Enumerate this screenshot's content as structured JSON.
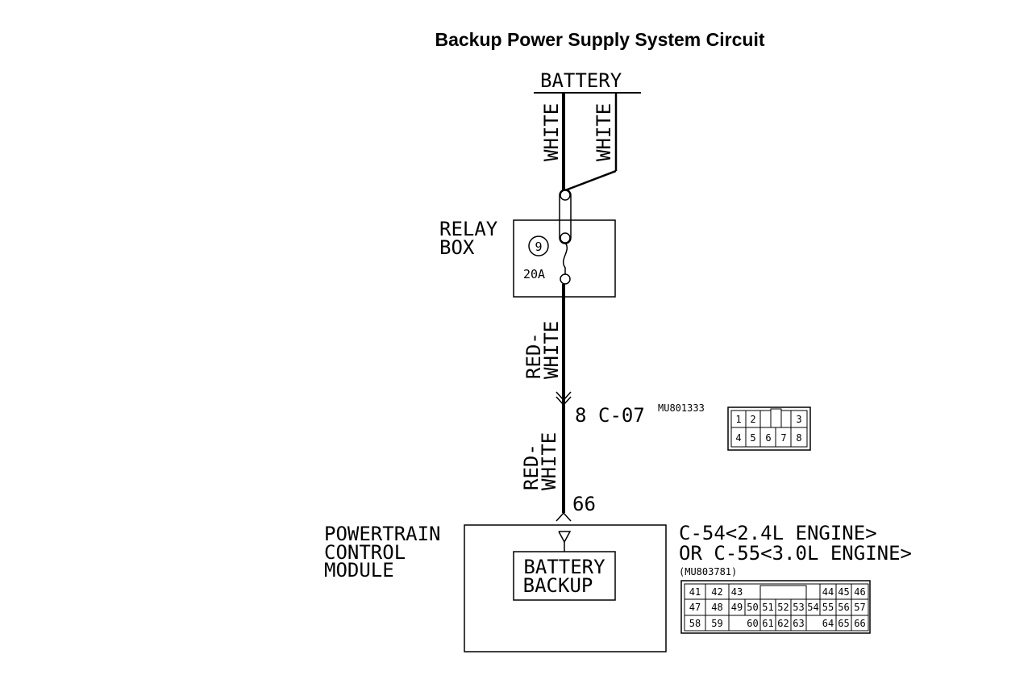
{
  "title": "Backup Power Supply System Circuit",
  "battery": {
    "label": "BATTERY"
  },
  "wires": {
    "left_top": "WHITE",
    "right_top": "WHITE",
    "mid_line1": "RED-",
    "mid_line2": "WHITE",
    "low_line1": "RED-",
    "low_line2": "WHITE"
  },
  "relay_box": {
    "label_line1": "RELAY",
    "label_line2": "BOX",
    "fuse_number": "9",
    "fuse_rating": "20A"
  },
  "connector_c07": {
    "pin": "8",
    "name": "C-07",
    "part_number": "MU801333",
    "pins_row1": [
      "1",
      "2",
      "",
      "3"
    ],
    "pins_row2": [
      "4",
      "5",
      "6",
      "7",
      "8"
    ]
  },
  "pcm": {
    "pin": "66",
    "label_line1": "POWERTRAIN",
    "label_line2": "CONTROL",
    "label_line3": "MODULE",
    "inner_line1": "BATTERY",
    "inner_line2": "BACKUP"
  },
  "connector_c54": {
    "line1": "C-54<2.4L ENGINE>",
    "line2": "OR C-55<3.0L ENGINE>",
    "part_number": "(MU803781)",
    "row1": [
      "41",
      "42",
      "43",
      "",
      "",
      "",
      "",
      "",
      "44",
      "45",
      "46"
    ],
    "row2": [
      "47",
      "48",
      "49",
      "50",
      "51",
      "52",
      "53",
      "54",
      "55",
      "56",
      "57"
    ],
    "row3": [
      "58",
      "59",
      "",
      "60",
      "61",
      "62",
      "63",
      "",
      "64",
      "65",
      "66"
    ]
  }
}
